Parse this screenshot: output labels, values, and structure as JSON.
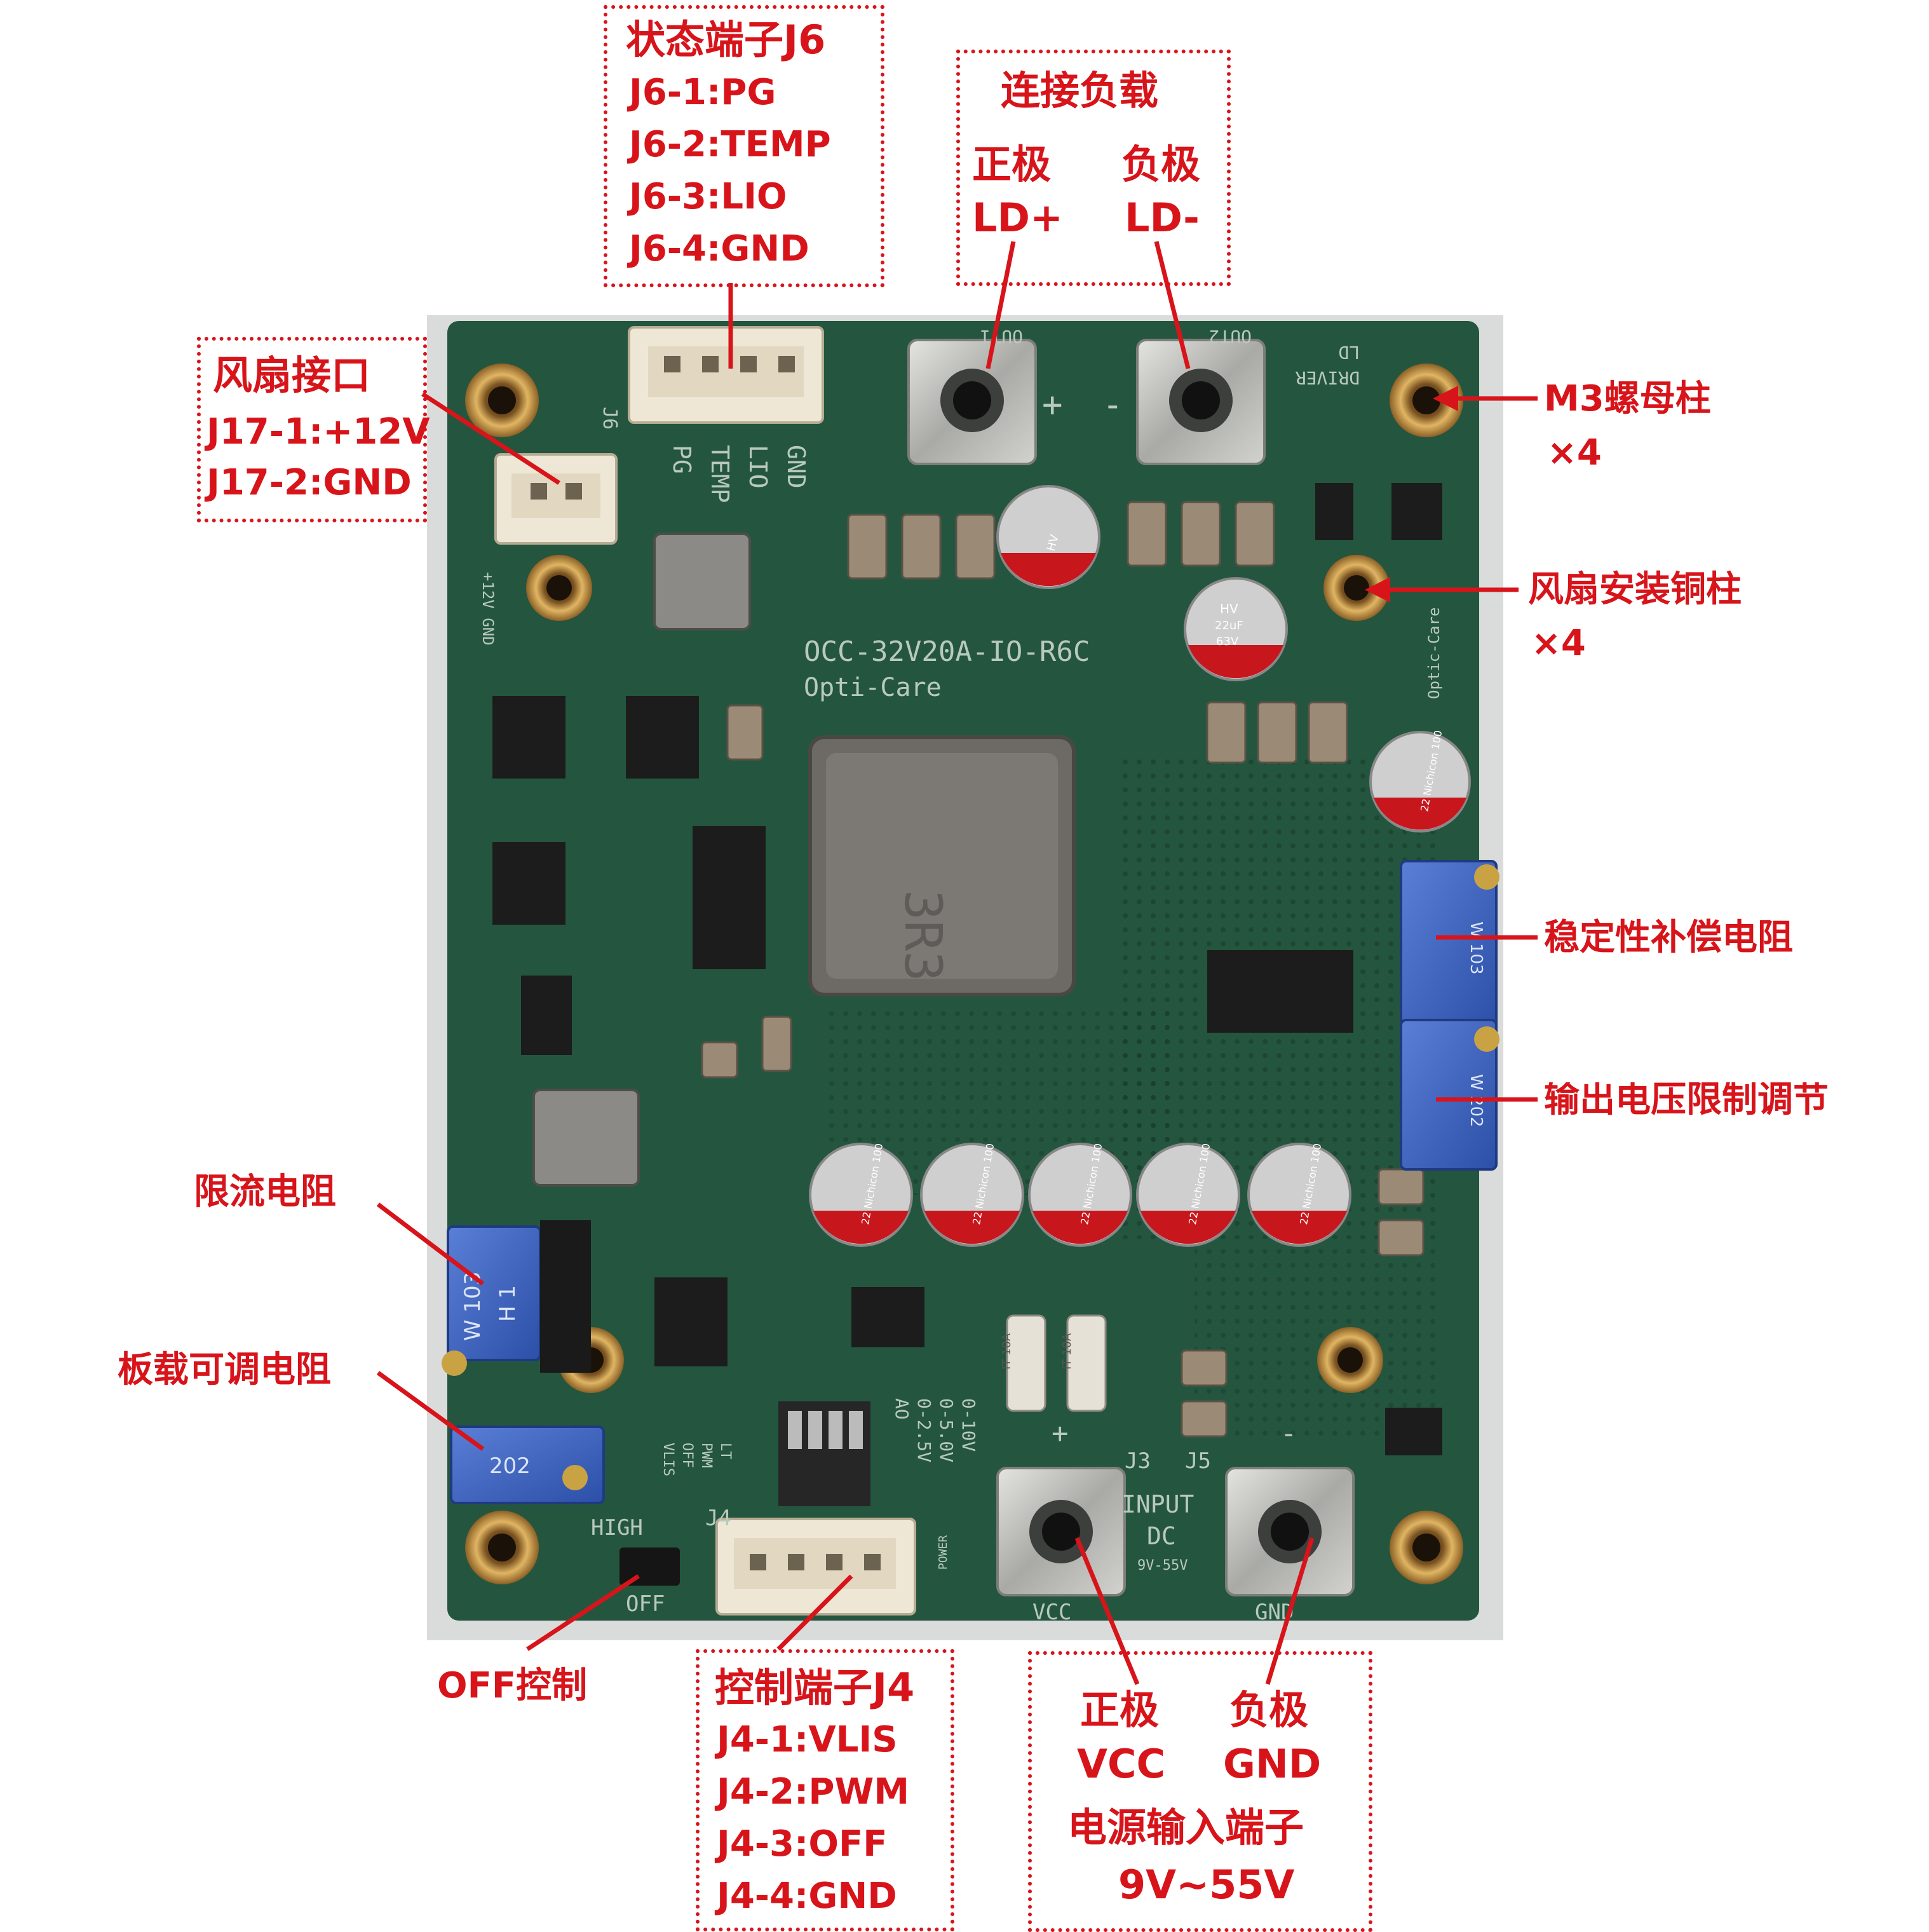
{
  "colors": {
    "annotation": "#d8141b",
    "pcb": "#24563f",
    "gold": "#c99a45",
    "silver": "#b9bab4"
  },
  "status_terminal": {
    "title": "状态端子J6",
    "pins": [
      "J6-1:PG",
      "J6-2:TEMP",
      "J6-3:LIO",
      "J6-4:GND"
    ]
  },
  "load": {
    "title": "连接负载",
    "pos_cn": "正极",
    "pos_sig": "LD+",
    "neg_cn": "负极",
    "neg_sig": "LD-"
  },
  "fan": {
    "title": "风扇接口",
    "pins": [
      "J17-1:+12V",
      "J17-2:GND"
    ]
  },
  "m3_nut": {
    "label": "M3螺母柱",
    "qty": "×4"
  },
  "fan_post": {
    "label": "风扇安装铜柱",
    "qty": "×4"
  },
  "stability": {
    "label": "稳定性补偿电阻"
  },
  "vlimit": {
    "label": "输出电压限制调节"
  },
  "current_limit": {
    "label": "限流电阻"
  },
  "onboard_pot": {
    "label": "板载可调电阻"
  },
  "off_ctrl": {
    "label": "OFF控制"
  },
  "control_terminal": {
    "title": "控制端子J4",
    "pins": [
      "J4-1:VLIS",
      "J4-2:PWM",
      "J4-3:OFF",
      "J4-4:GND"
    ]
  },
  "power_input": {
    "pos_cn": "正极",
    "pos_sig": "VCC",
    "neg_cn": "负极",
    "neg_sig": "GND",
    "title": "电源输入端子",
    "range": "9V~55V"
  },
  "pcb_silk": {
    "model": "OCC-32V20A-IO-R6C",
    "brand": "Opti-Care",
    "brand_side": "Optic-Care",
    "inductor": "3R3",
    "ld_driver_1": "LD",
    "ld_driver_2": "DRIVER",
    "j6_pins": [
      "PG",
      "TEMP",
      "LIO",
      "GND"
    ],
    "j17": "+12V GND",
    "input_1": "INPUT",
    "input_2": "DC",
    "input_3": "9V-55V",
    "vcc": "VCC",
    "gnd": "GND",
    "high": "HIGH",
    "off": "OFF",
    "power": "POWER",
    "j3": "J3",
    "j5": "J5",
    "j4": "J4",
    "j6": "J6",
    "out1": "OUT1",
    "out2": "OUT2",
    "range_list": [
      "AO",
      "0-2.5V",
      "0-5.0V",
      "0-10V"
    ],
    "sw_list": [
      "VLIS",
      "OFF",
      "PWM",
      "LT"
    ],
    "cap_hv": "HV",
    "cap_val": "22uF",
    "cap_v": "63V",
    "cap_small": "22 Nichicon 100",
    "pot_mark": "W 103",
    "pot_mark2": "H 1",
    "pot_mark3": "202",
    "pot_side": "W 103",
    "pot_side2": "W 202",
    "fuse": "IT 10A",
    "plus": "+",
    "minus": "-"
  }
}
